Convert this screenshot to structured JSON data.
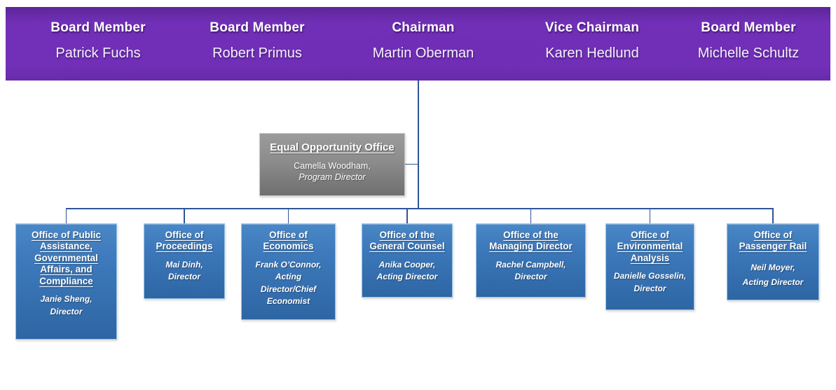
{
  "banner": {
    "members": [
      {
        "title": "Board Member",
        "name": "Patrick Fuchs"
      },
      {
        "title": "Board Member",
        "name": "Robert Primus"
      },
      {
        "title": "Chairman",
        "name": "Martin Oberman"
      },
      {
        "title": "Vice Chairman",
        "name": "Karen Hedlund"
      },
      {
        "title": "Board Member",
        "name": "Michelle Schultz"
      }
    ]
  },
  "staff_office": {
    "title": "Equal Opportunity Office",
    "name": "Camella Woodham,",
    "role": "Program Director"
  },
  "offices": [
    {
      "title": "Office of Public Assistance, Governmental Affairs, and Compliance",
      "name": "Janie Sheng,",
      "role": "Director"
    },
    {
      "title": "Office of Proceedings",
      "name": "Mai Dinh,",
      "role": "Director"
    },
    {
      "title": "Office of Economics",
      "name": "Frank O’Connor,",
      "role": "Acting Director/Chief Economist"
    },
    {
      "title": "Office of the General Counsel",
      "name": "Anika Cooper,",
      "role": "Acting Director"
    },
    {
      "title": "Office of the Managing Director",
      "name": "Rachel Campbell,",
      "role": "Director"
    },
    {
      "title": "Office of Environmental Analysis",
      "name": "Danielle Gosselin,",
      "role": "Director"
    },
    {
      "title": "Office of Passenger Rail",
      "name": "Neil Moyer,",
      "role": "Acting Director"
    }
  ],
  "colors": {
    "banner_center": "#7d32c6",
    "banner_edge": "#573088",
    "office_box_top": "#4a87c6",
    "office_box_bottom": "#2e66a4",
    "office_box_border": "#9cc3e6",
    "staff_box_top": "#9b9b9b",
    "staff_box_bottom": "#6f6f6f",
    "staff_box_border": "#c6c6c6",
    "connector": "#2f5597",
    "text": "#ffffff"
  }
}
